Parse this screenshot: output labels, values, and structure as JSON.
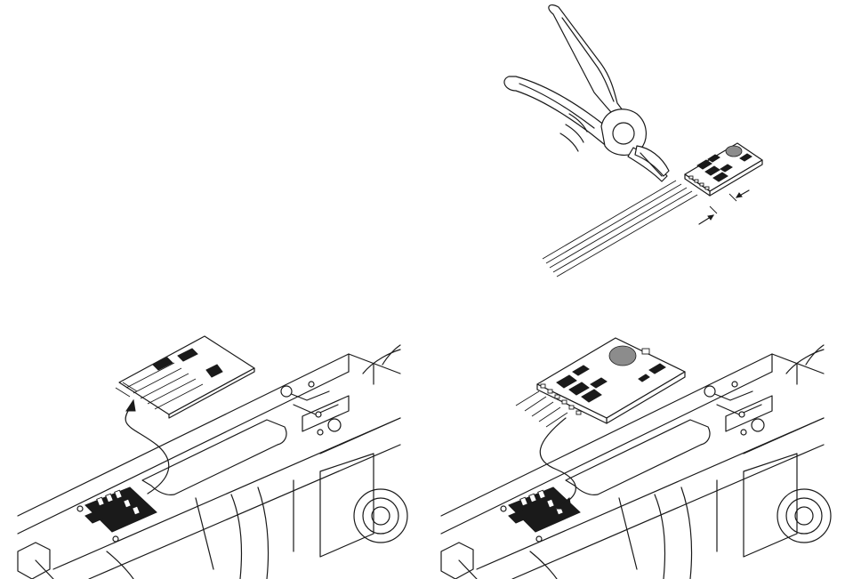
{
  "figure": {
    "panels": [
      {
        "id": "cut",
        "caption": ""
      },
      {
        "id": "remove",
        "caption": ""
      },
      {
        "id": "install",
        "caption": ""
      }
    ]
  },
  "colors": {
    "line": "#1a1a1a",
    "chip": "#1a1a1a",
    "capacitor": "#8c8c8c",
    "background": "#ffffff"
  },
  "icons": [
    "wire-cutter-icon",
    "decoder-board-icon",
    "plug-socket-icon",
    "arrow-icon"
  ]
}
